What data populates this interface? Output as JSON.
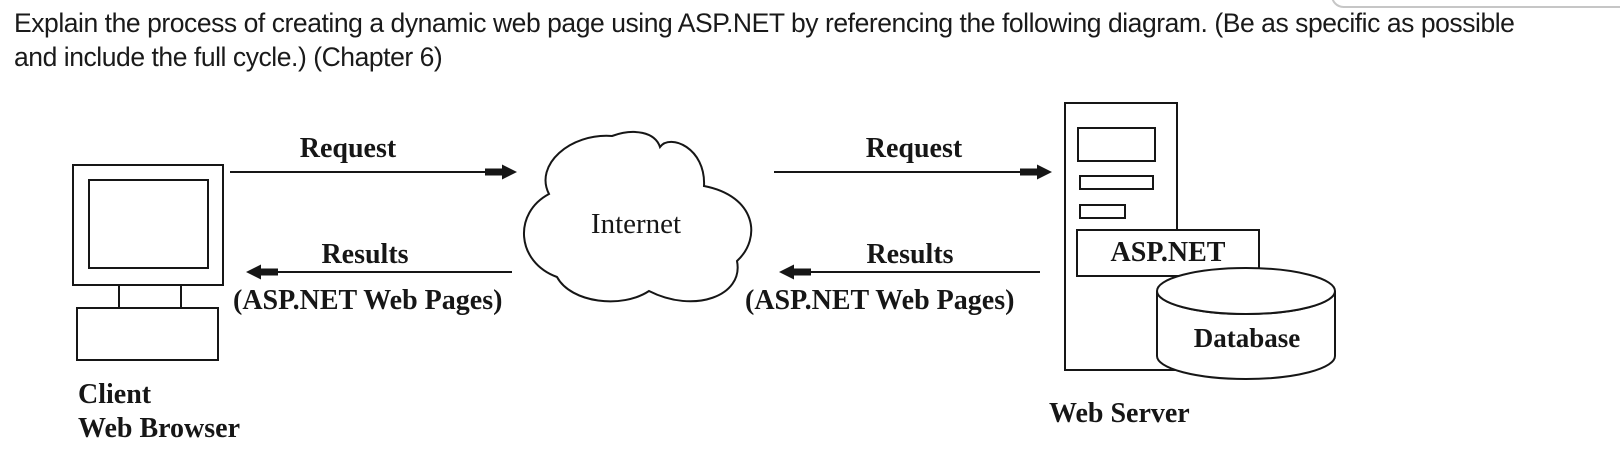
{
  "question": {
    "line1": "Explain the process of creating a dynamic web page using ASP.NET by referencing the following diagram. (Be as specific as possible",
    "line2": "and include the full cycle.) (Chapter 6)"
  },
  "diagram": {
    "left_flow": {
      "request_label": "Request",
      "results_label": "Results",
      "pages_label": "(ASP.NET Web Pages)"
    },
    "right_flow": {
      "request_label": "Request",
      "results_label": "Results",
      "pages_label": "(ASP.NET Web Pages)"
    },
    "cloud_label": "Internet",
    "client_label_line1": "Client",
    "client_label_line2": "Web Browser",
    "server_label": "Web Server",
    "aspnet_label": "ASP.NET",
    "database_label": "Database"
  },
  "colors": {
    "ink": "#161616",
    "question_text": "#1a1a1a",
    "artifact_border": "#c6c6c6",
    "background": "#ffffff"
  }
}
